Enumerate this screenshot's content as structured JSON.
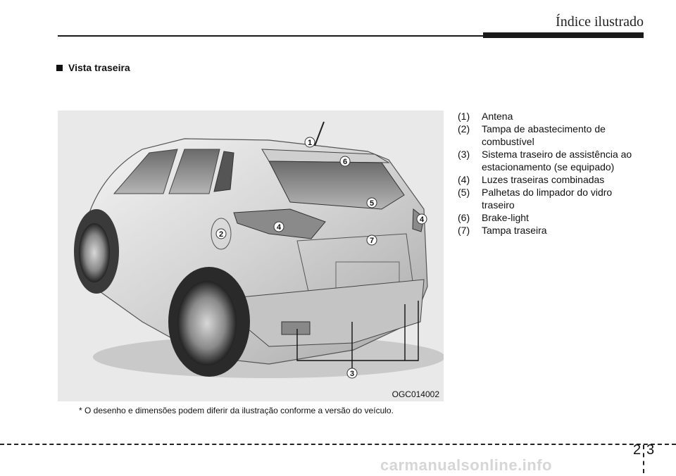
{
  "header": {
    "title": "Índice ilustrado"
  },
  "section": {
    "heading": "Vista traseira"
  },
  "figure": {
    "code": "OGC014002",
    "callouts": [
      "1",
      "2",
      "3",
      "4",
      "4",
      "5",
      "6",
      "7"
    ]
  },
  "footnote": "* O desenho e dimensões podem diferir da ilustração conforme a versão do veículo.",
  "legend": [
    {
      "num": "(1)",
      "text": "Antena"
    },
    {
      "num": "(2)",
      "text": "Tampa de abastecimento de combustível"
    },
    {
      "num": "(3)",
      "text": "Sistema traseiro de assistência ao estacionamento (se equipado)"
    },
    {
      "num": "(4)",
      "text": "Luzes traseiras combinadas"
    },
    {
      "num": "(5)",
      "text": "Palhetas do limpador do vidro traseiro"
    },
    {
      "num": "(6)",
      "text": "Brake-light"
    },
    {
      "num": "(7)",
      "text": "Tampa traseira"
    }
  ],
  "page": {
    "chapter": "2",
    "number": "3"
  },
  "watermark": "carmanualsonline.info"
}
